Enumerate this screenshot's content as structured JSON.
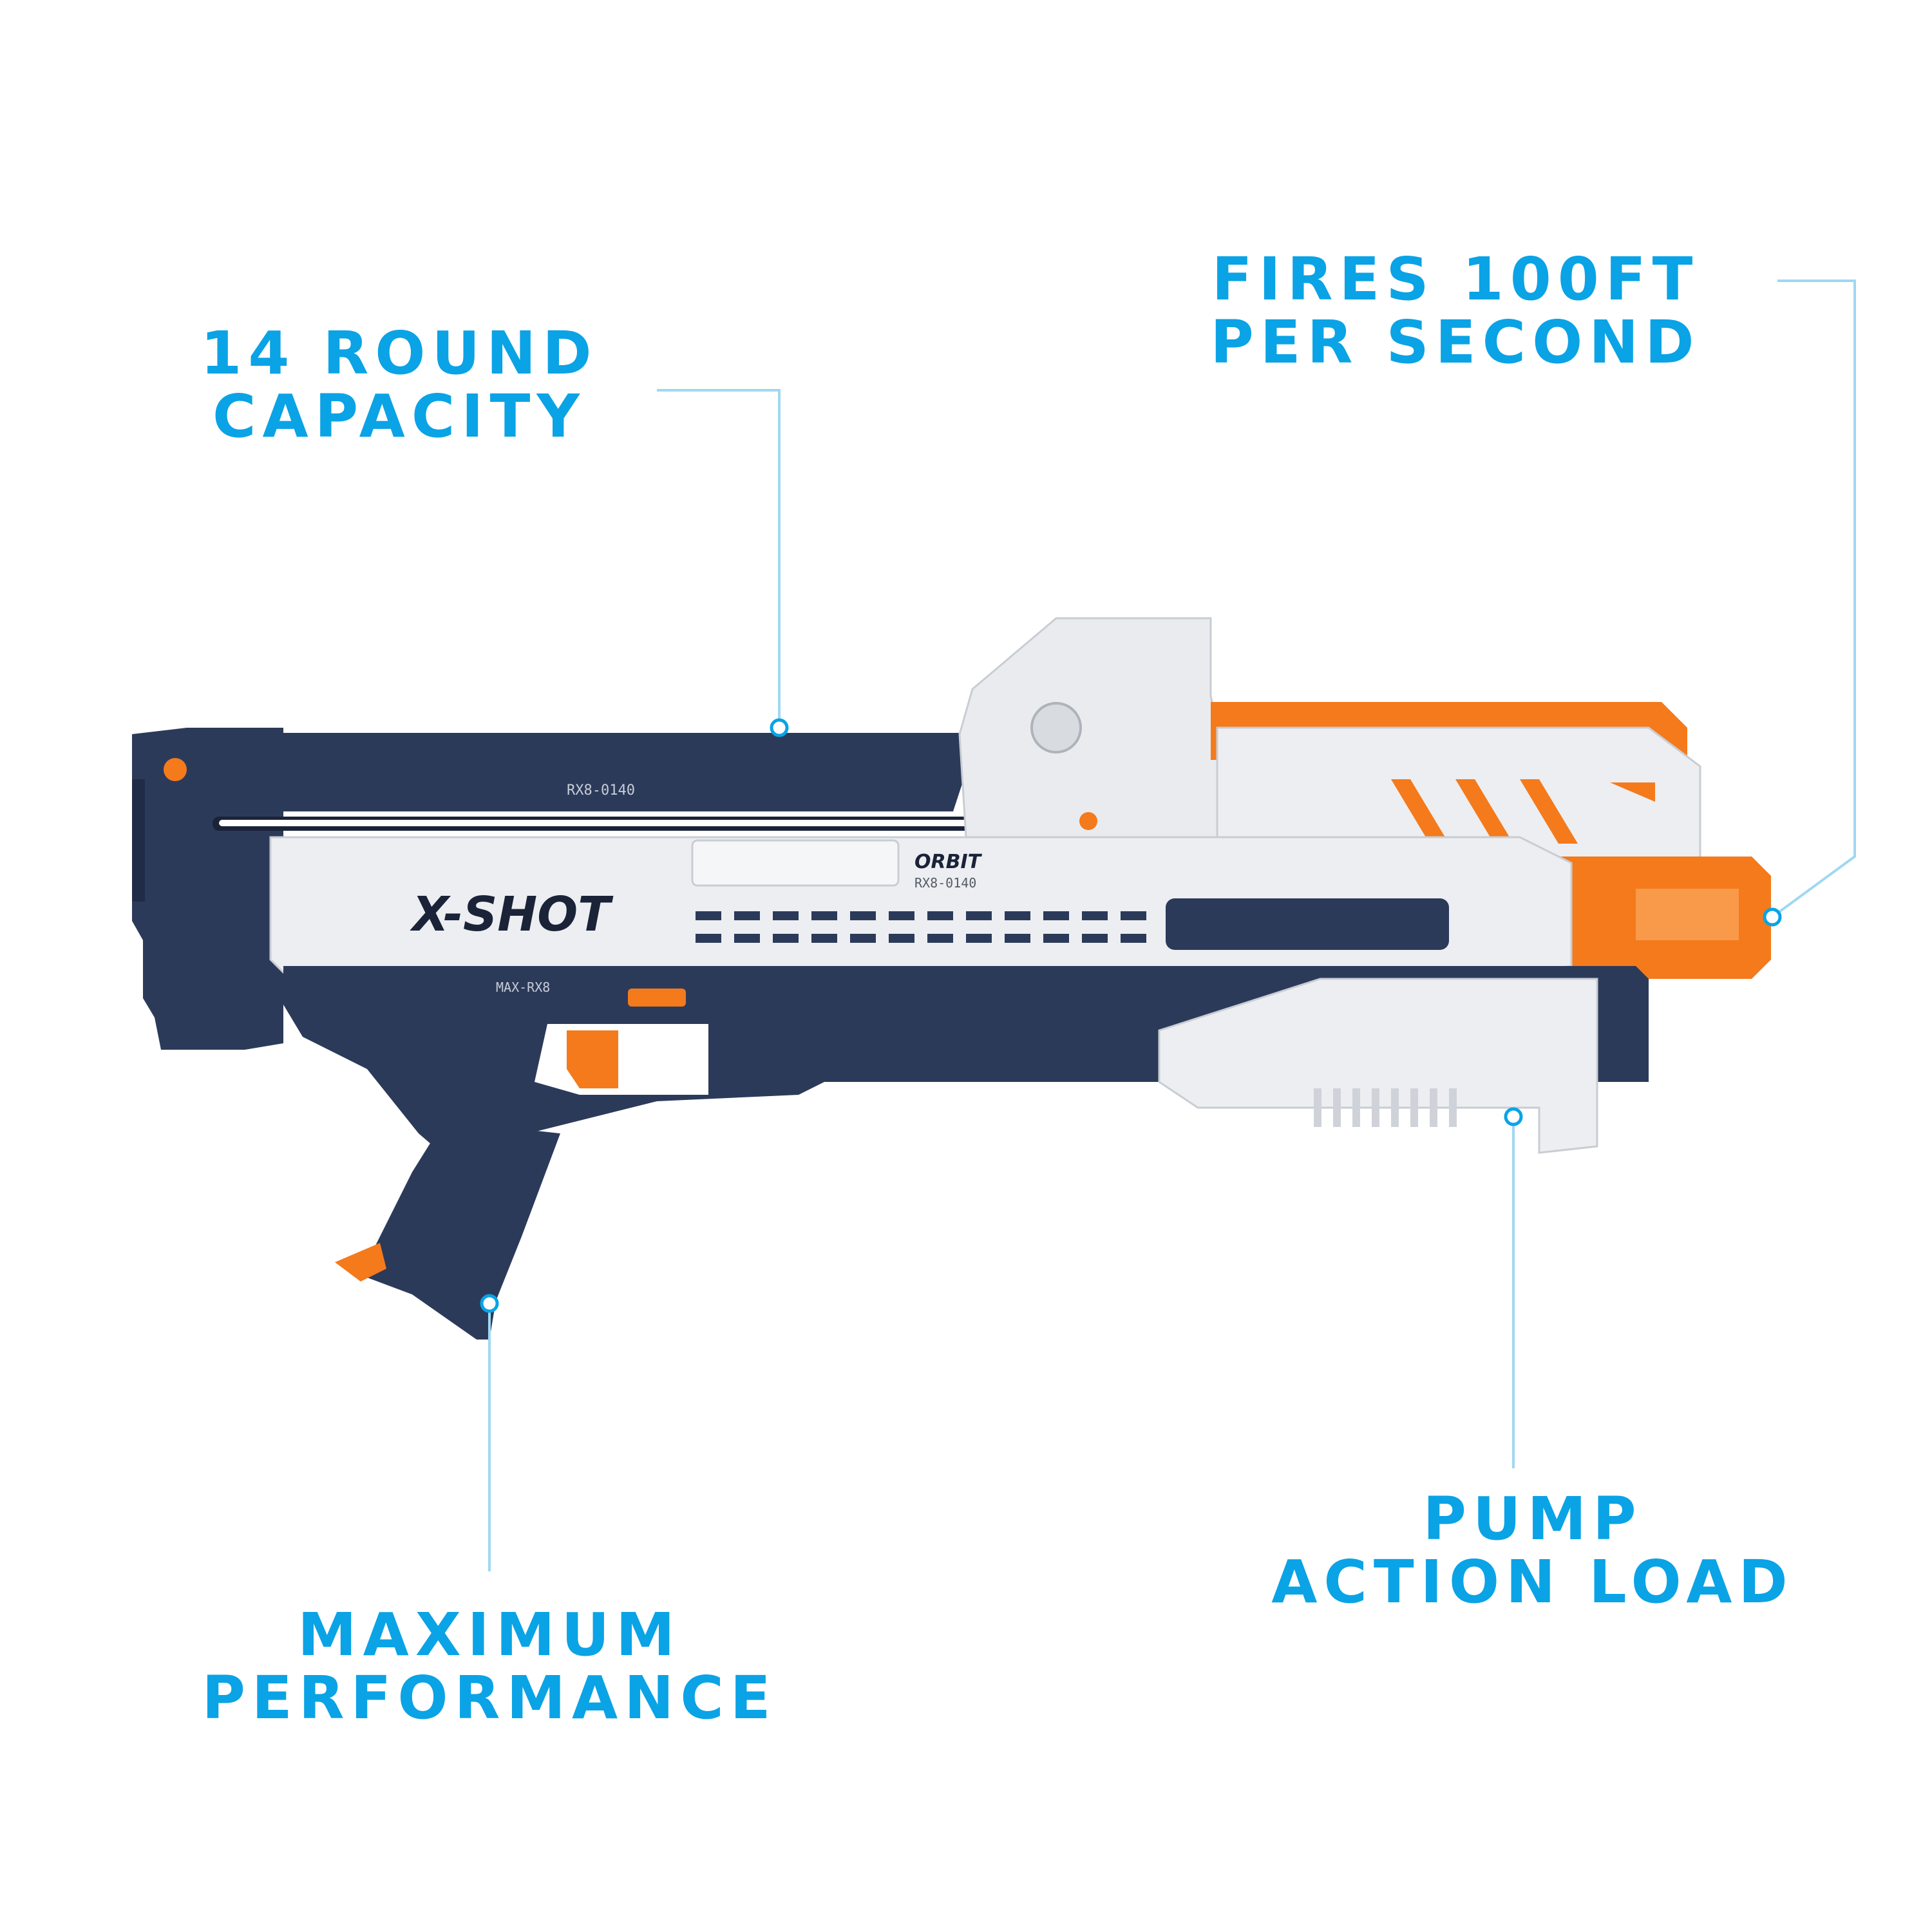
{
  "colors": {
    "callout_text": "#0aa3e6",
    "leader_line": "#9fd8f2",
    "navy": "#2c3a5a",
    "white_shell": "#eceef1",
    "orange": "#f47a1c"
  },
  "callouts": {
    "capacity": {
      "line1": "14 ROUND",
      "line2": "CAPACITY"
    },
    "velocity": {
      "line1": "FIRES 100FT",
      "line2": "PER SECOND"
    },
    "performance": {
      "line1": "MAXIMUM",
      "line2": "PERFORMANCE"
    },
    "pump": {
      "line1": "PUMP",
      "line2": "ACTION LOAD"
    }
  },
  "blaster": {
    "brand": "X-SHOT",
    "model": "ORBIT",
    "model_code": "RX8-0140",
    "barrel_code": "RX8-0140",
    "warning_label": "MAX-RX8"
  }
}
